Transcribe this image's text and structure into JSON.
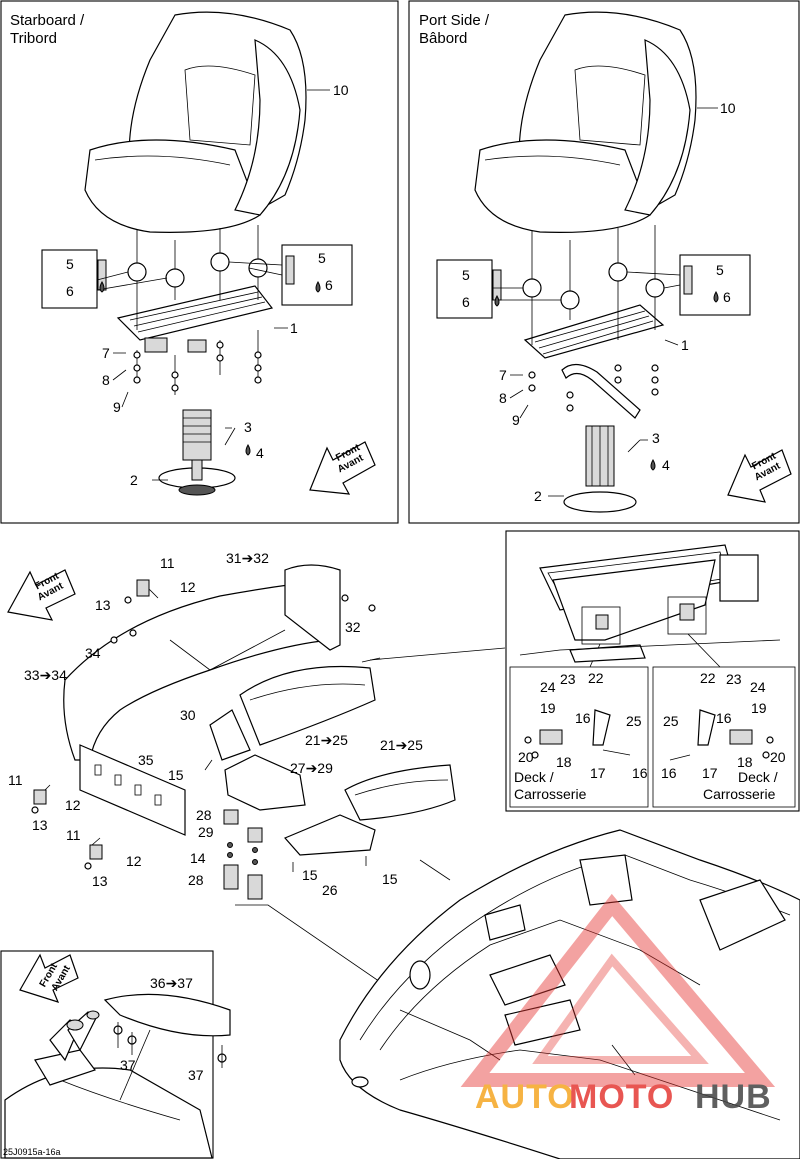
{
  "panels": {
    "starboard_title_line1": "Starboard /",
    "starboard_title_line2": "Tribord",
    "port_title_line1": "Port Side /",
    "port_title_line2": "Bâbord",
    "starboard_labels": {
      "l10": "10",
      "l5": "5",
      "l6": "6",
      "l5r": "5",
      "l6r": "6",
      "l1": "1",
      "l7": "7",
      "l8": "8",
      "l9": "9",
      "l3": "3",
      "l4": "4",
      "l2": "2"
    },
    "port_labels": {
      "l10": "10",
      "l5": "5",
      "l6": "6",
      "l5r": "5",
      "l6r": "6",
      "l1": "1",
      "l7": "7",
      "l8": "8",
      "l9": "9",
      "l3": "3",
      "l4": "4",
      "l2": "2"
    }
  },
  "front_arrow": {
    "line1": "Front",
    "line2": "Avant"
  },
  "middle_labels": {
    "l11a": "11",
    "l12a": "12",
    "l13a": "13",
    "l31": "31➔32",
    "l32": "32",
    "l34": "34",
    "l33": "33➔34",
    "l30": "30",
    "l21a": "21➔25",
    "l21b": "21➔25",
    "l35": "35",
    "l15a": "15",
    "l27": "27➔29",
    "l11b": "11",
    "l12b": "12",
    "l13b": "13",
    "l28a": "28",
    "l29": "29",
    "l14": "14",
    "l28b": "28",
    "l15b": "15",
    "l15c": "15",
    "l26": "26",
    "l11c": "11",
    "l12c": "12",
    "l13c": "13"
  },
  "inset_labels": {
    "left": {
      "l24": "24",
      "l23": "23",
      "l22": "22",
      "l19": "19",
      "l16a": "16",
      "l25": "25",
      "l20": "20",
      "l18": "18",
      "l17": "17",
      "l16b": "16"
    },
    "right": {
      "l22": "22",
      "l23": "23",
      "l24": "24",
      "l25": "25",
      "l16a": "16",
      "l19": "19",
      "l18": "18",
      "l20": "20",
      "l16b": "16",
      "l17": "17"
    },
    "deck_line1": "Deck /",
    "deck_line2": "Carrosserie"
  },
  "bottom_labels": {
    "l36": "36➔37",
    "l37a": "37",
    "l37b": "37"
  },
  "drawing_code": "25J0915a-16a",
  "watermark": {
    "part1": "AUTO",
    "part2": "MOTO",
    "part3": "HUB",
    "color_orange": "#f5a623",
    "color_red": "#e53935",
    "color_dark": "#444444"
  }
}
